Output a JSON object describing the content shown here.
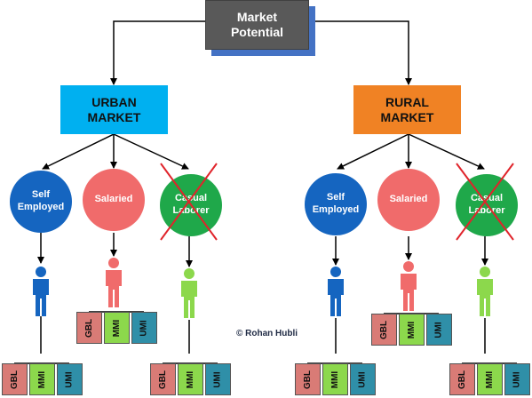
{
  "root": {
    "label": "Market\nPotential"
  },
  "markets": [
    {
      "id": "urban",
      "label": "URBAN\nMARKET",
      "color": "#00b0f0"
    },
    {
      "id": "rural",
      "label": "RURAL\nMARKET",
      "color": "#f08224"
    }
  ],
  "segments": {
    "self_employed": "Self\nEmployed",
    "salaried": "Salaried",
    "casual_laborer": "Casual\nLaborer"
  },
  "excluded_segment": "casual_laborer",
  "instruments": [
    "GBL",
    "MMI",
    "UMI"
  ],
  "instrument_colors": {
    "GBL": "#d97b76",
    "MMI": "#8cd84c",
    "UMI": "#2f8fa8"
  },
  "credit": "© Rohan Hubli"
}
